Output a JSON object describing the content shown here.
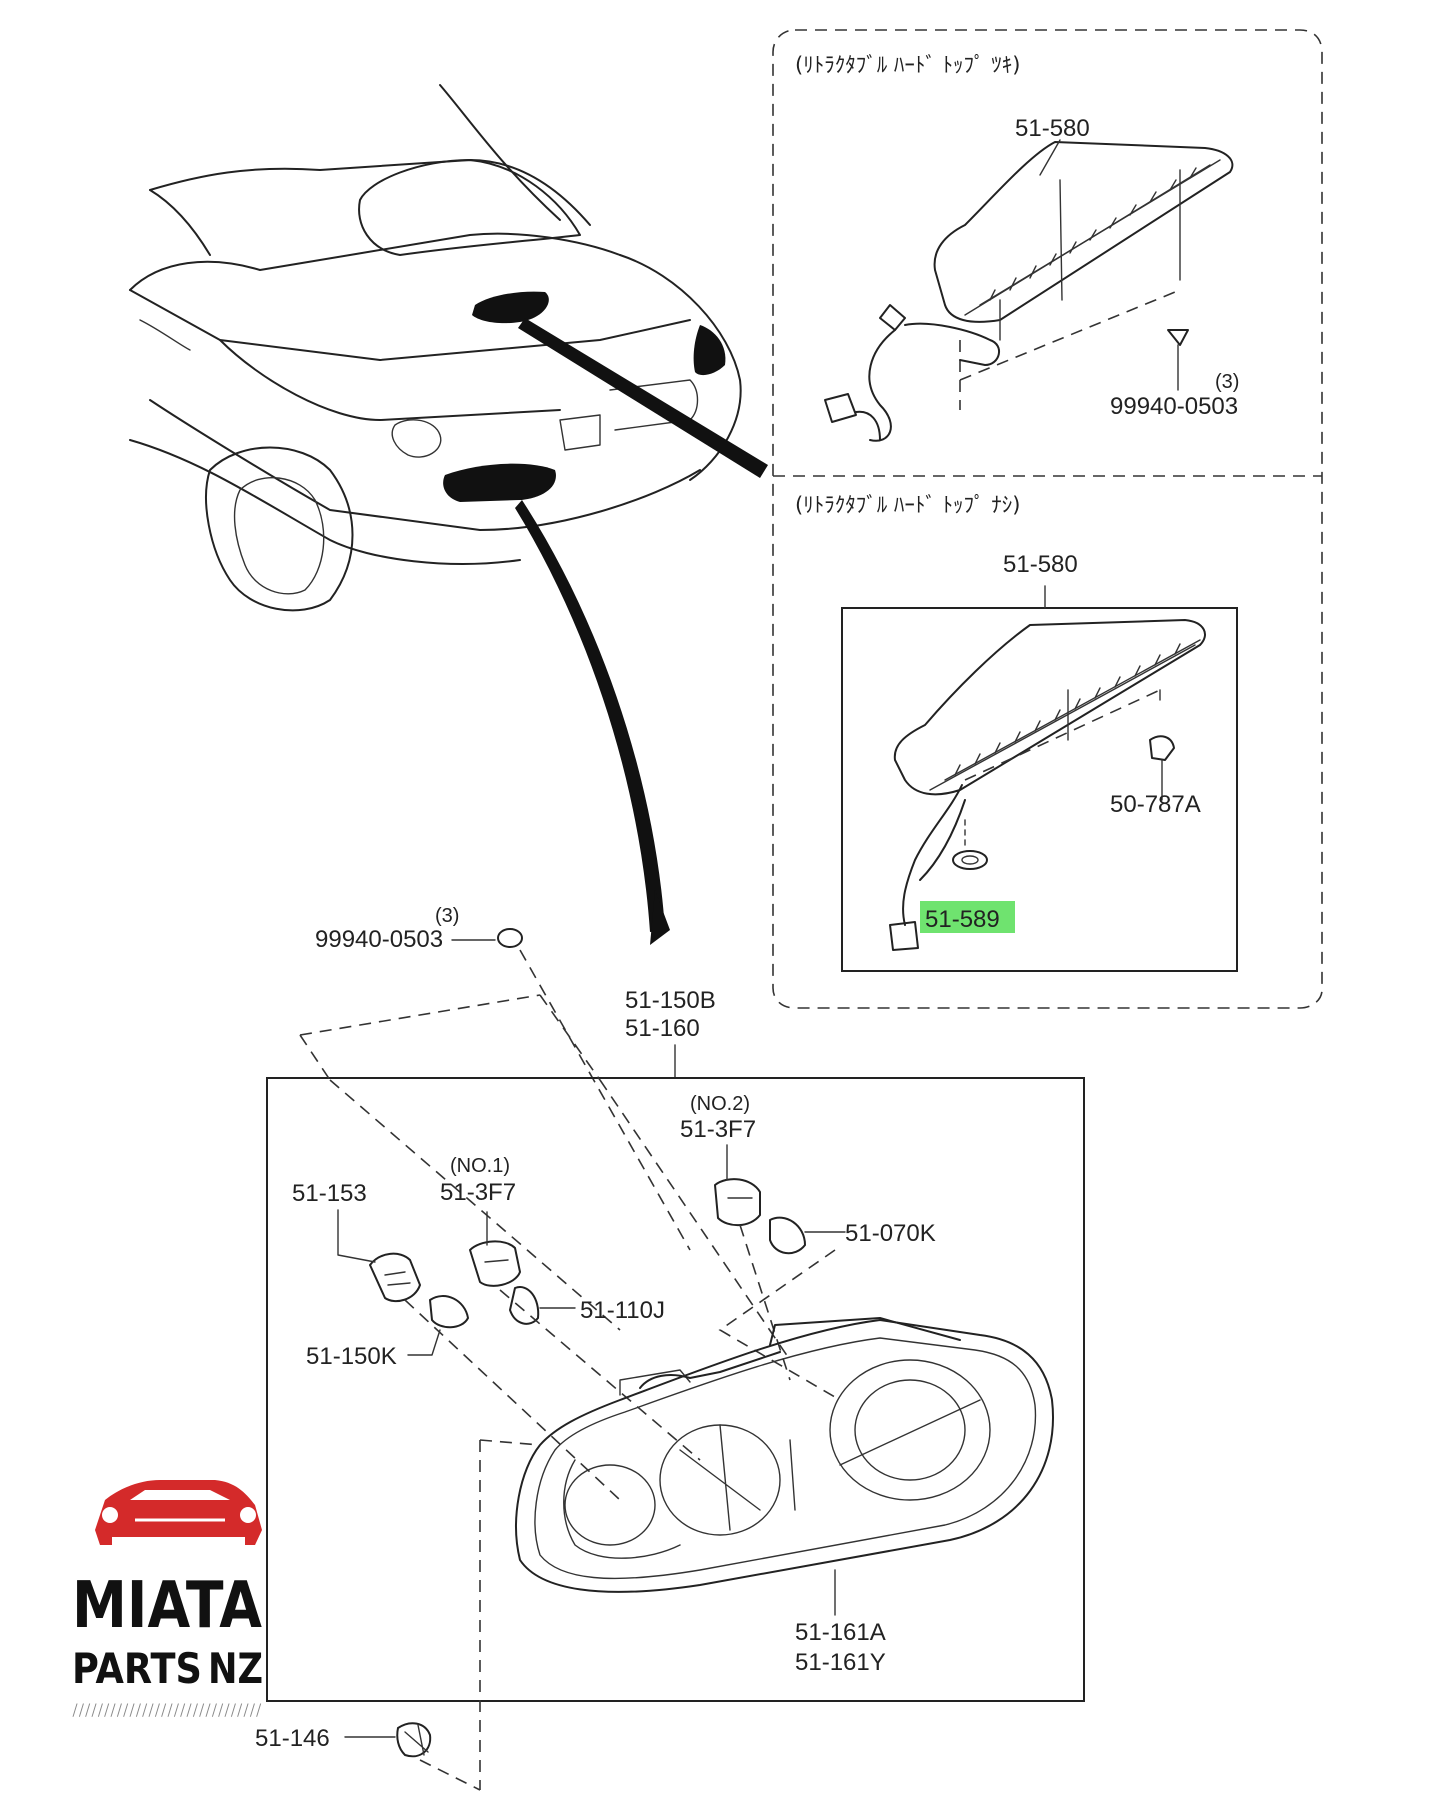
{
  "diagram": {
    "variant_with_hardtop": "(ﾘﾄﾗｸﾀﾌﾞﾙ ﾊｰﾄﾞ ﾄｯﾌﾟ ﾂｷ)",
    "variant_without_hardtop": "(ﾘﾄﾗｸﾀﾌﾞﾙ ﾊｰﾄﾞ ﾄｯﾌﾟ ﾅｼ)",
    "parts": {
      "brake_light_upper": "51-580",
      "screw_upper": "99940-0503",
      "screw_upper_qty": "(3)",
      "brake_light_lower": "51-580",
      "clip": "50-787A",
      "gasket_highlighted": "51-589",
      "screw_left": "99940-0503",
      "screw_left_qty": "(3)",
      "assembly_a": "51-150B",
      "assembly_b": "51-160",
      "socket_153": "51-153",
      "socket_no1_note": "(NO.1)",
      "socket_no1": "51-3F7",
      "socket_no2_note": "(NO.2)",
      "socket_no2": "51-3F7",
      "bulb_070k": "51-070K",
      "bulb_110j": "51-110J",
      "bulb_150k": "51-150K",
      "lens_a": "51-161A",
      "lens_b": "51-161Y",
      "clip_146": "51-146"
    }
  },
  "logo": {
    "line1": "MIATA",
    "line2": "PARTS",
    "line3": "NZ",
    "stripes": "//////////////////////////////"
  },
  "colors": {
    "highlight": "#6fe36f",
    "logo_red": "#d42a2a",
    "ink": "#222222"
  }
}
